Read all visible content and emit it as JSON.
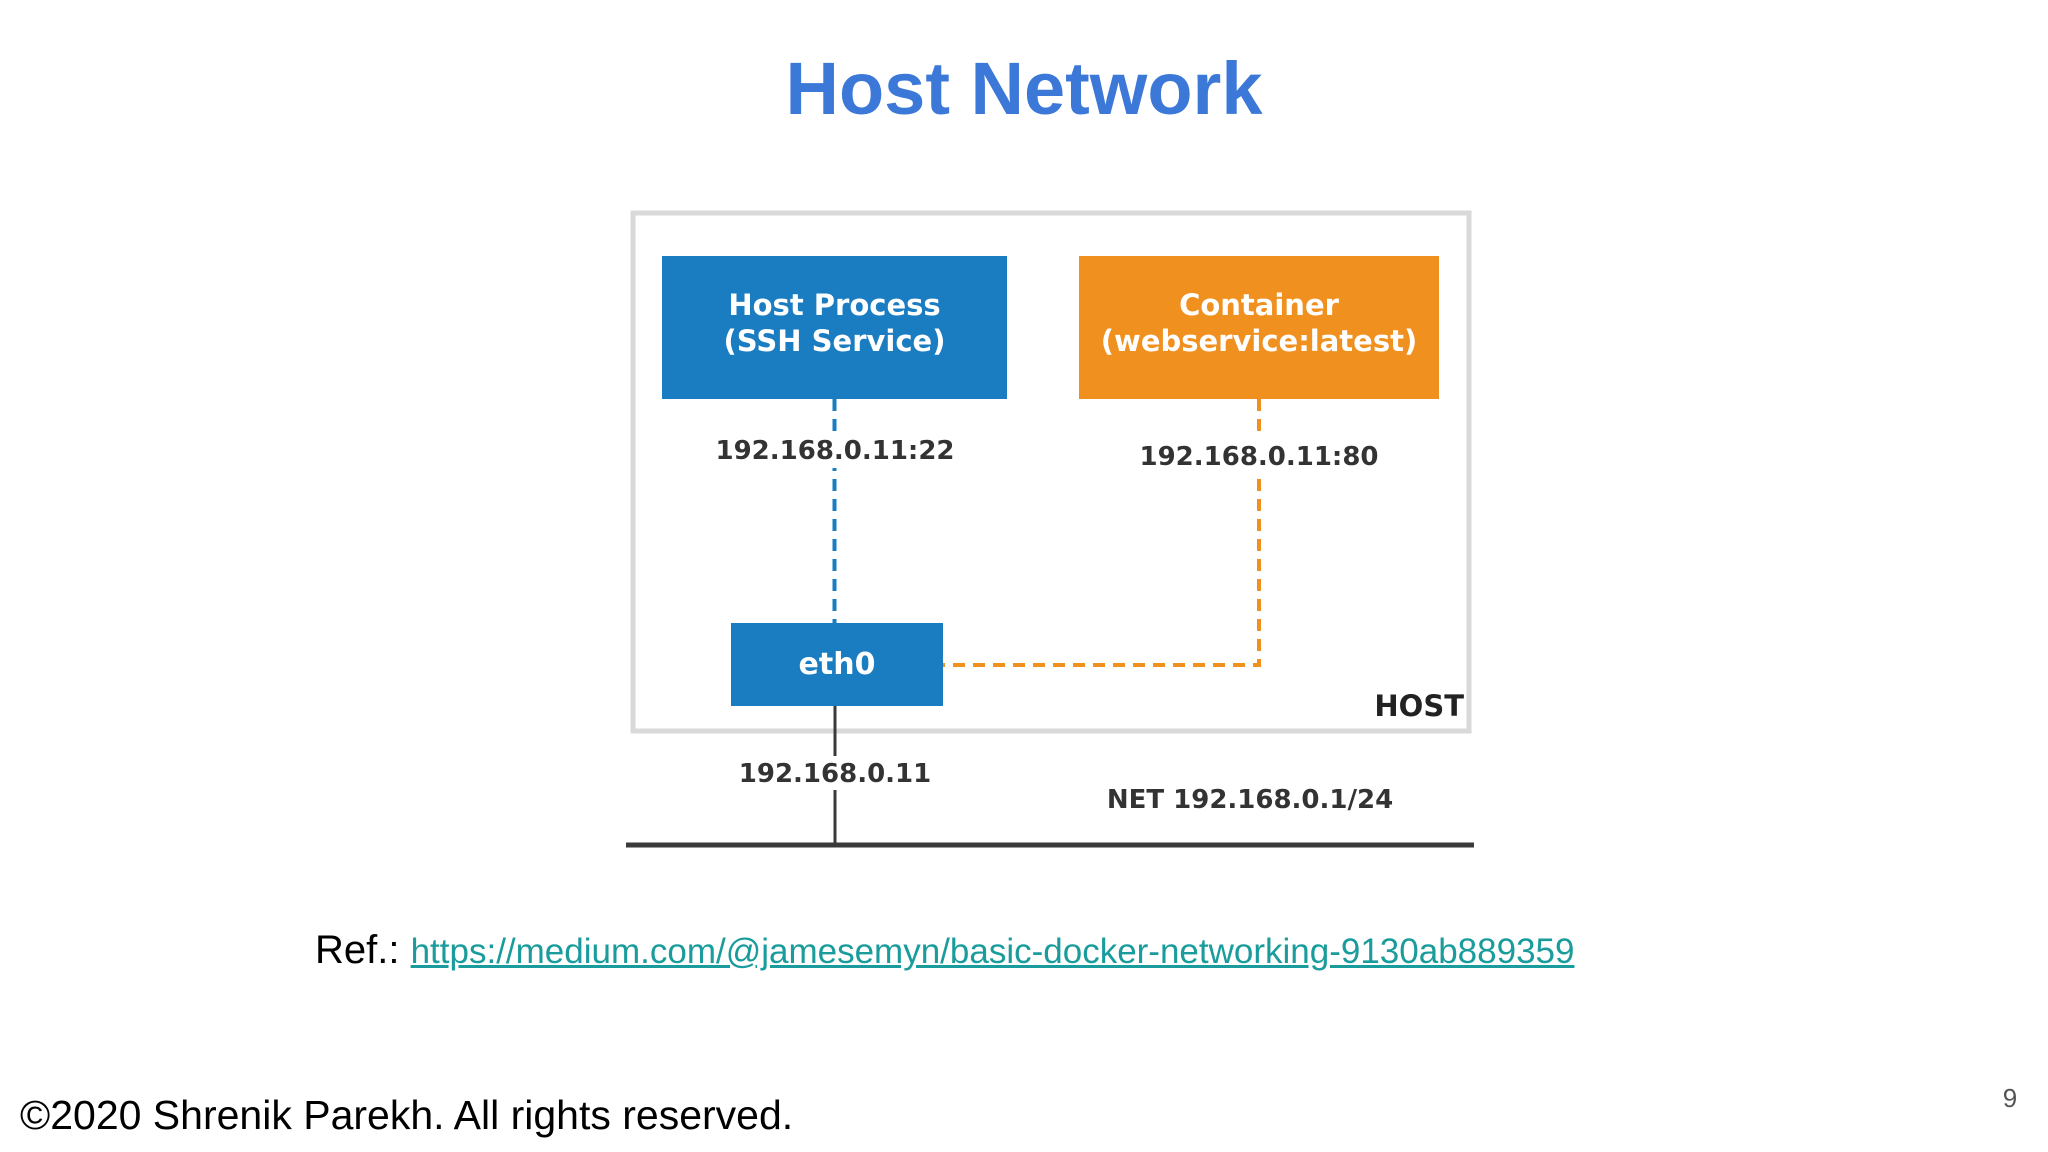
{
  "slide": {
    "title": "Host Network",
    "page_number": "9",
    "footer": "©2020 Shrenik Parekh. All rights reserved.",
    "reference": {
      "prefix": "Ref.: ",
      "link_text": "https://medium.com/@jamesemyn/basic-docker-networking-9130ab889359"
    }
  },
  "diagram": {
    "host_process": {
      "line1": "Host Process",
      "line2": "(SSH Service)",
      "address": "192.168.0.11:22"
    },
    "container": {
      "line1": "Container",
      "line2": "(webservice:latest)",
      "address": "192.168.0.11:80"
    },
    "interface": {
      "label": "eth0",
      "address": "192.168.0.11"
    },
    "host_label": "HOST",
    "network_label": "NET 192.168.0.1/24"
  },
  "colors": {
    "title": "#3c78d8",
    "host_process_box": "#1a7cc1",
    "container_box": "#f0901f",
    "eth0_box": "#1a7cc1",
    "host_link": "#1a7cc1",
    "container_link": "#f0901f",
    "host_frame": "#d9d9d9",
    "network_line": "#3a3a3a",
    "label_text": "#333333"
  }
}
